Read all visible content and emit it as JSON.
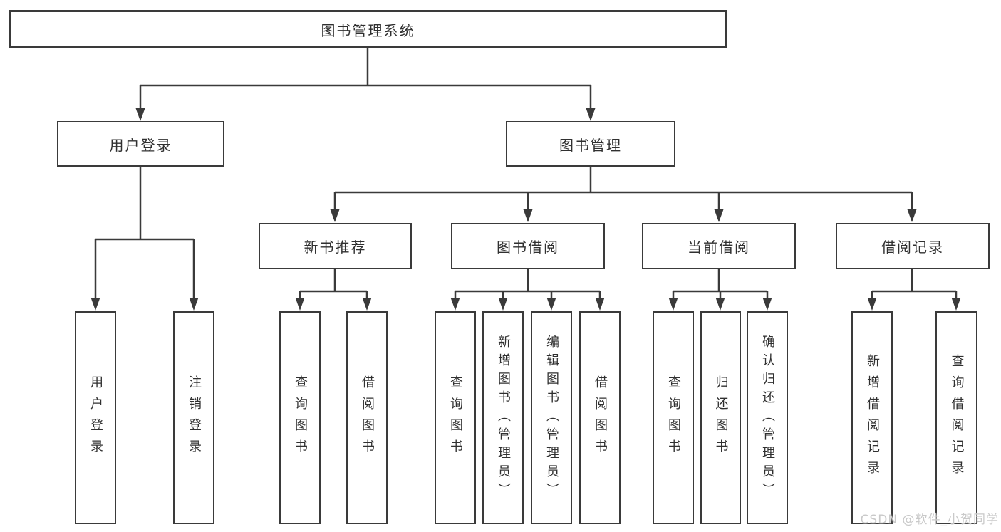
{
  "title": "图书管理系统",
  "level2": [
    {
      "label": "用户登录"
    },
    {
      "label": "图书管理"
    }
  ],
  "level3": [
    {
      "label": "新书推荐"
    },
    {
      "label": "图书借阅"
    },
    {
      "label": "当前借阅"
    },
    {
      "label": "借阅记录"
    }
  ],
  "leaves": {
    "user_login": [
      "用户登录",
      "注销登录"
    ],
    "new_book": [
      "查询图书",
      "借阅图书"
    ],
    "book_borrow": [
      "查询图书",
      "新增图书（管理员）",
      "编辑图书（管理员）",
      "借阅图书"
    ],
    "current_borrow": [
      "查询图书",
      "归还图书",
      "确认归还（管理员）"
    ],
    "borrow_record": [
      "新增借阅记录",
      "查询借阅记录"
    ]
  },
  "watermark": "CSDN @软件_小贺同学",
  "colors": {
    "line": "#3a3a3a",
    "text": "#303030",
    "background": "#ffffff",
    "watermark": "#c9c9c9"
  }
}
